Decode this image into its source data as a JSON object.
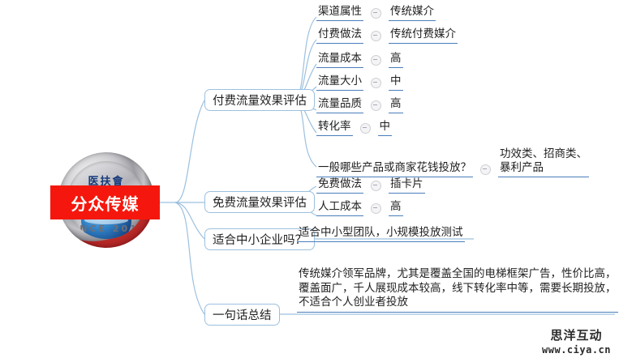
{
  "root": {
    "title": "分众传媒",
    "logo": {
      "top_text": "医扶會",
      "arc_text": "INCE 201"
    },
    "accent_red": "#f5170d",
    "line_blue": "#9cc0de",
    "underline_blue": "#4a7ebb"
  },
  "branches": [
    {
      "label": "付费流量效果评估",
      "leaves": [
        {
          "label": "渠道属性",
          "value": "传统媒介"
        },
        {
          "label": "付费做法",
          "value": "传统付费媒介"
        },
        {
          "label": "流量成本",
          "value": "高"
        },
        {
          "label": "流量大小",
          "value": "中"
        },
        {
          "label": "流量品质",
          "value": "高"
        },
        {
          "label": "转化率",
          "value": "中"
        },
        {
          "label": "一般哪些产品或商家花钱投放？",
          "value": "功效类、招商类、\n暴利产品"
        }
      ]
    },
    {
      "label": "免费流量效果评估",
      "leaves": [
        {
          "label": "免费做法",
          "value": "插卡片"
        },
        {
          "label": "人工成本",
          "value": "高"
        }
      ]
    },
    {
      "label": "适合中小企业吗？",
      "note": "适合中小型团队，小规模投放测试"
    },
    {
      "label": "一句话总结",
      "note": "传统媒介领军品牌，尤其是覆盖全国的电梯框架广告，性价比高，\n覆盖面广，千人展现成本较高，线下转化率中等，需要长期投放，\n不适合个人创业者投放"
    }
  ],
  "watermark": {
    "name": "思洋互动",
    "url": "www.ciya.cn"
  }
}
